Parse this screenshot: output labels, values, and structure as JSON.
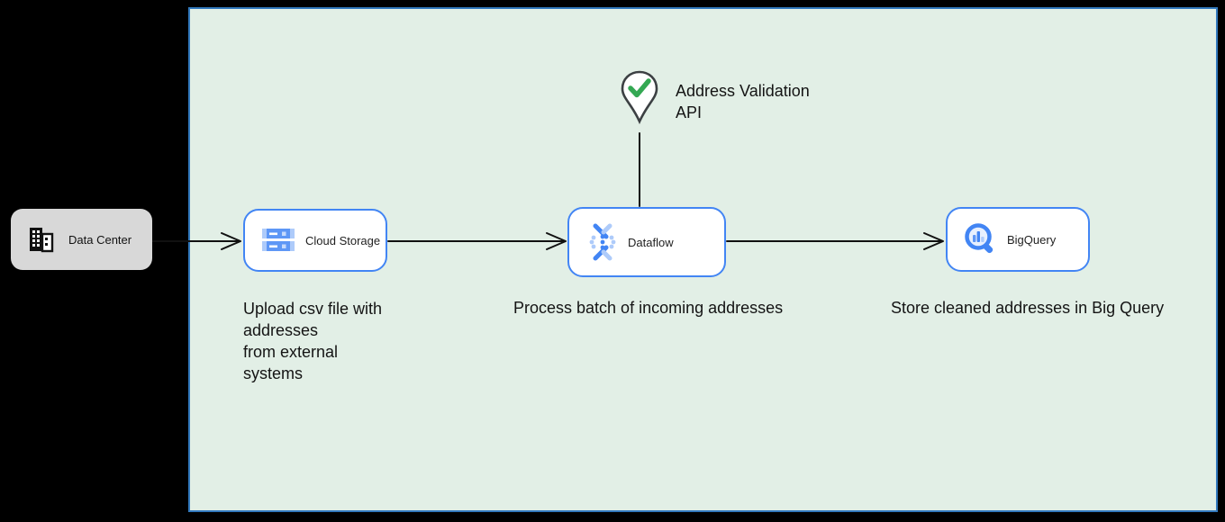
{
  "diagram": {
    "title": "Address validation pipeline (GCP architecture diagram)",
    "canvas_background": "#000000",
    "boundary": {
      "fill": "#e2efe6",
      "border_color": "#3279bd"
    }
  },
  "nodes": {
    "data_center": {
      "label": "Data Center",
      "fill": "#d8d8d8",
      "icon": "office-building-icon"
    },
    "cloud_storage": {
      "label": "Cloud Storage",
      "fill": "#ffffff",
      "border_color": "#4285f4",
      "icon": "cloud-storage-icon"
    },
    "dataflow": {
      "label": "Dataflow",
      "fill": "#ffffff",
      "border_color": "#4285f4",
      "icon": "dataflow-icon"
    },
    "bigquery": {
      "label": "BigQuery",
      "fill": "#ffffff",
      "border_color": "#4285f4",
      "icon": "bigquery-icon"
    }
  },
  "annotations": {
    "address_validation": {
      "text": "Address Validation\nAPI",
      "icon": "map-pin-check-icon"
    },
    "upload": {
      "text": "Upload csv file with\naddresses\nfrom external\nsystems"
    },
    "process": {
      "text": "Process batch of incoming addresses"
    },
    "store": {
      "text": "Store cleaned addresses in Big Query"
    }
  },
  "edges": [
    {
      "from": "data_center",
      "to": "cloud_storage",
      "style": "arrow"
    },
    {
      "from": "cloud_storage",
      "to": "dataflow",
      "style": "arrow"
    },
    {
      "from": "dataflow",
      "to": "bigquery",
      "style": "arrow"
    },
    {
      "from": "address_validation_pin",
      "to": "dataflow",
      "style": "plain-line"
    }
  ],
  "colors": {
    "google_blue": "#4285f4",
    "light_blue": "#aecbfa",
    "mid_blue": "#5e97f6",
    "check_green": "#34a853",
    "pin_outline": "#3c4043",
    "edge_black": "#111111",
    "text": "#141414"
  }
}
